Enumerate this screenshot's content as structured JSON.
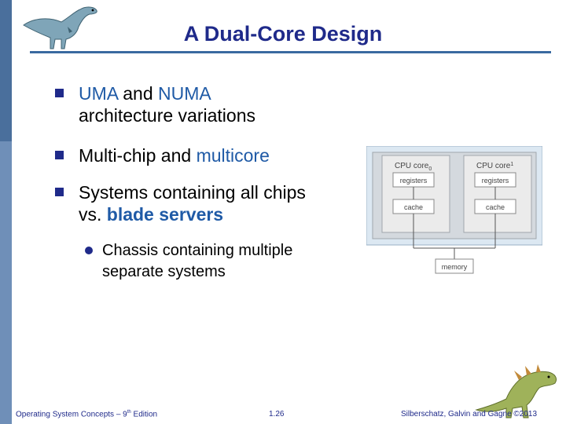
{
  "slide": {
    "title": "A Dual-Core Design",
    "bullets": [
      {
        "b1": "UMA",
        "t1": " and ",
        "b2": "NUMA",
        "line2": "architecture variations"
      },
      {
        "t1": "Multi-chip and ",
        "b1": "multicore"
      },
      {
        "line1": "Systems containing all chips",
        "t2": "vs. ",
        "b2": "blade servers"
      }
    ],
    "sub_bullet": {
      "line1": "Chassis containing multiple",
      "line2": "separate systems"
    }
  },
  "diagram": {
    "core0_label": "CPU core",
    "core0_sub": "0",
    "core1_label": "CPU core",
    "core1_sub": "1",
    "registers": "registers",
    "cache": "cache",
    "memory": "memory"
  },
  "footer": {
    "left_pre": "Operating System Concepts – 9",
    "left_sup": "th",
    "left_post": " Edition",
    "center": "1.26",
    "right": "Silberschatz, Galvin and Gagne ©2013"
  },
  "colors": {
    "title": "#1f2a8a",
    "highlight": "#1f5aa6",
    "sidebar": "#4a6f9c"
  },
  "icons": [
    "dinosaur-logo-top",
    "dinosaur-logo-bottom"
  ]
}
